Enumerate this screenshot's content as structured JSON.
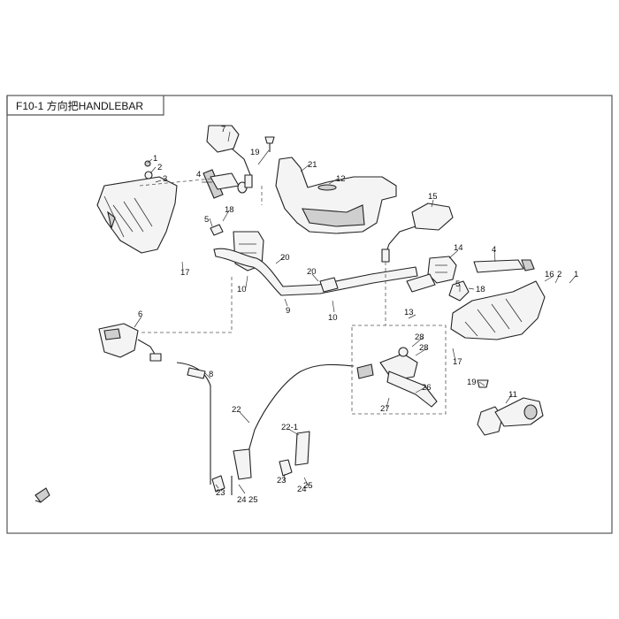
{
  "header": {
    "title": "F10-1 方向把HANDLEBAR"
  },
  "colors": {
    "line": "#222222",
    "frame": "#555555",
    "background": "#ffffff"
  },
  "callouts": {
    "c1a": "1",
    "c2a": "2",
    "c3": "3",
    "c4a": "4",
    "c5a": "5",
    "c6": "6",
    "c7": "7",
    "c8": "8",
    "c9": "9",
    "c10a": "10",
    "c10b": "10",
    "c11": "11",
    "c12": "12",
    "c13": "13",
    "c14": "14",
    "c15": "15",
    "c16": "16",
    "c17a": "17",
    "c17b": "17",
    "c18a": "18",
    "c18b": "18",
    "c19a": "19",
    "c19b": "19",
    "c20a": "20",
    "c20b": "20",
    "c21": "21",
    "c22a": "22",
    "c22b": "22-1",
    "c23a": "23",
    "c23b": "23",
    "c24a": "24",
    "c24b": "24",
    "c25a": "25",
    "c25b": "25",
    "c26": "26",
    "c27": "27",
    "c28a": "28",
    "c28b": "28",
    "c1b": "1",
    "c2b": "2",
    "c5b": "5",
    "c4b": "4"
  },
  "icons": {
    "corner_logo": "brand-logo-icon"
  }
}
